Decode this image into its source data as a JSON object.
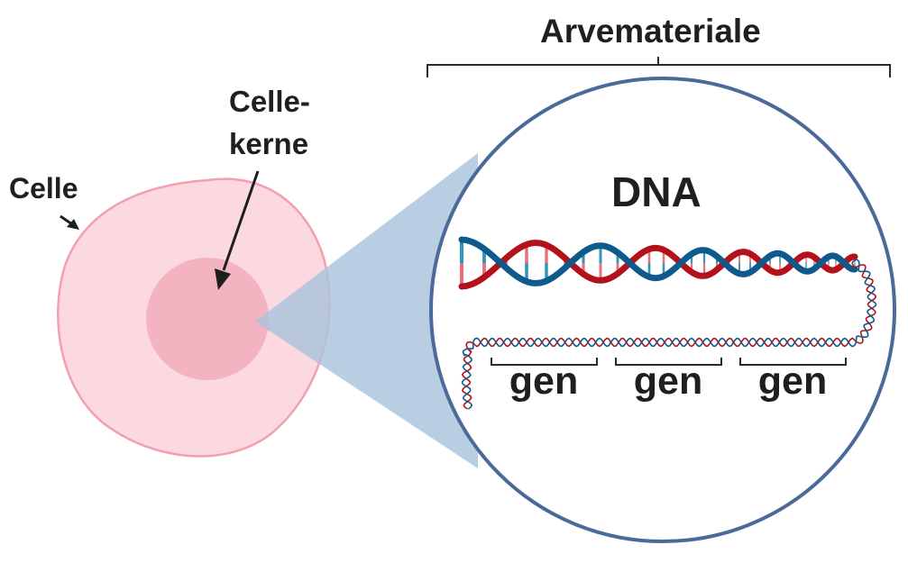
{
  "diagram": {
    "title_label": "Arvemateriale",
    "cell_label": "Celle",
    "nucleus_label_lines": [
      "Celle-",
      "kerne"
    ],
    "dna_label": "DNA",
    "gene_labels": [
      "gen",
      "gen",
      "gen"
    ]
  },
  "colors": {
    "cell_fill": "#fcd9e0",
    "cell_stroke": "#f2a0b0",
    "nucleus_fill": "#f4b3c0",
    "zoom_cone": "#a9c3dc",
    "zoom_circle_stroke": "#4a6a9a",
    "dna_red": "#b3121a",
    "dna_blue": "#0f5a8c",
    "rung_pink": "#e8707a",
    "rung_teal": "#2f95b8",
    "text": "#1f1f1f"
  }
}
